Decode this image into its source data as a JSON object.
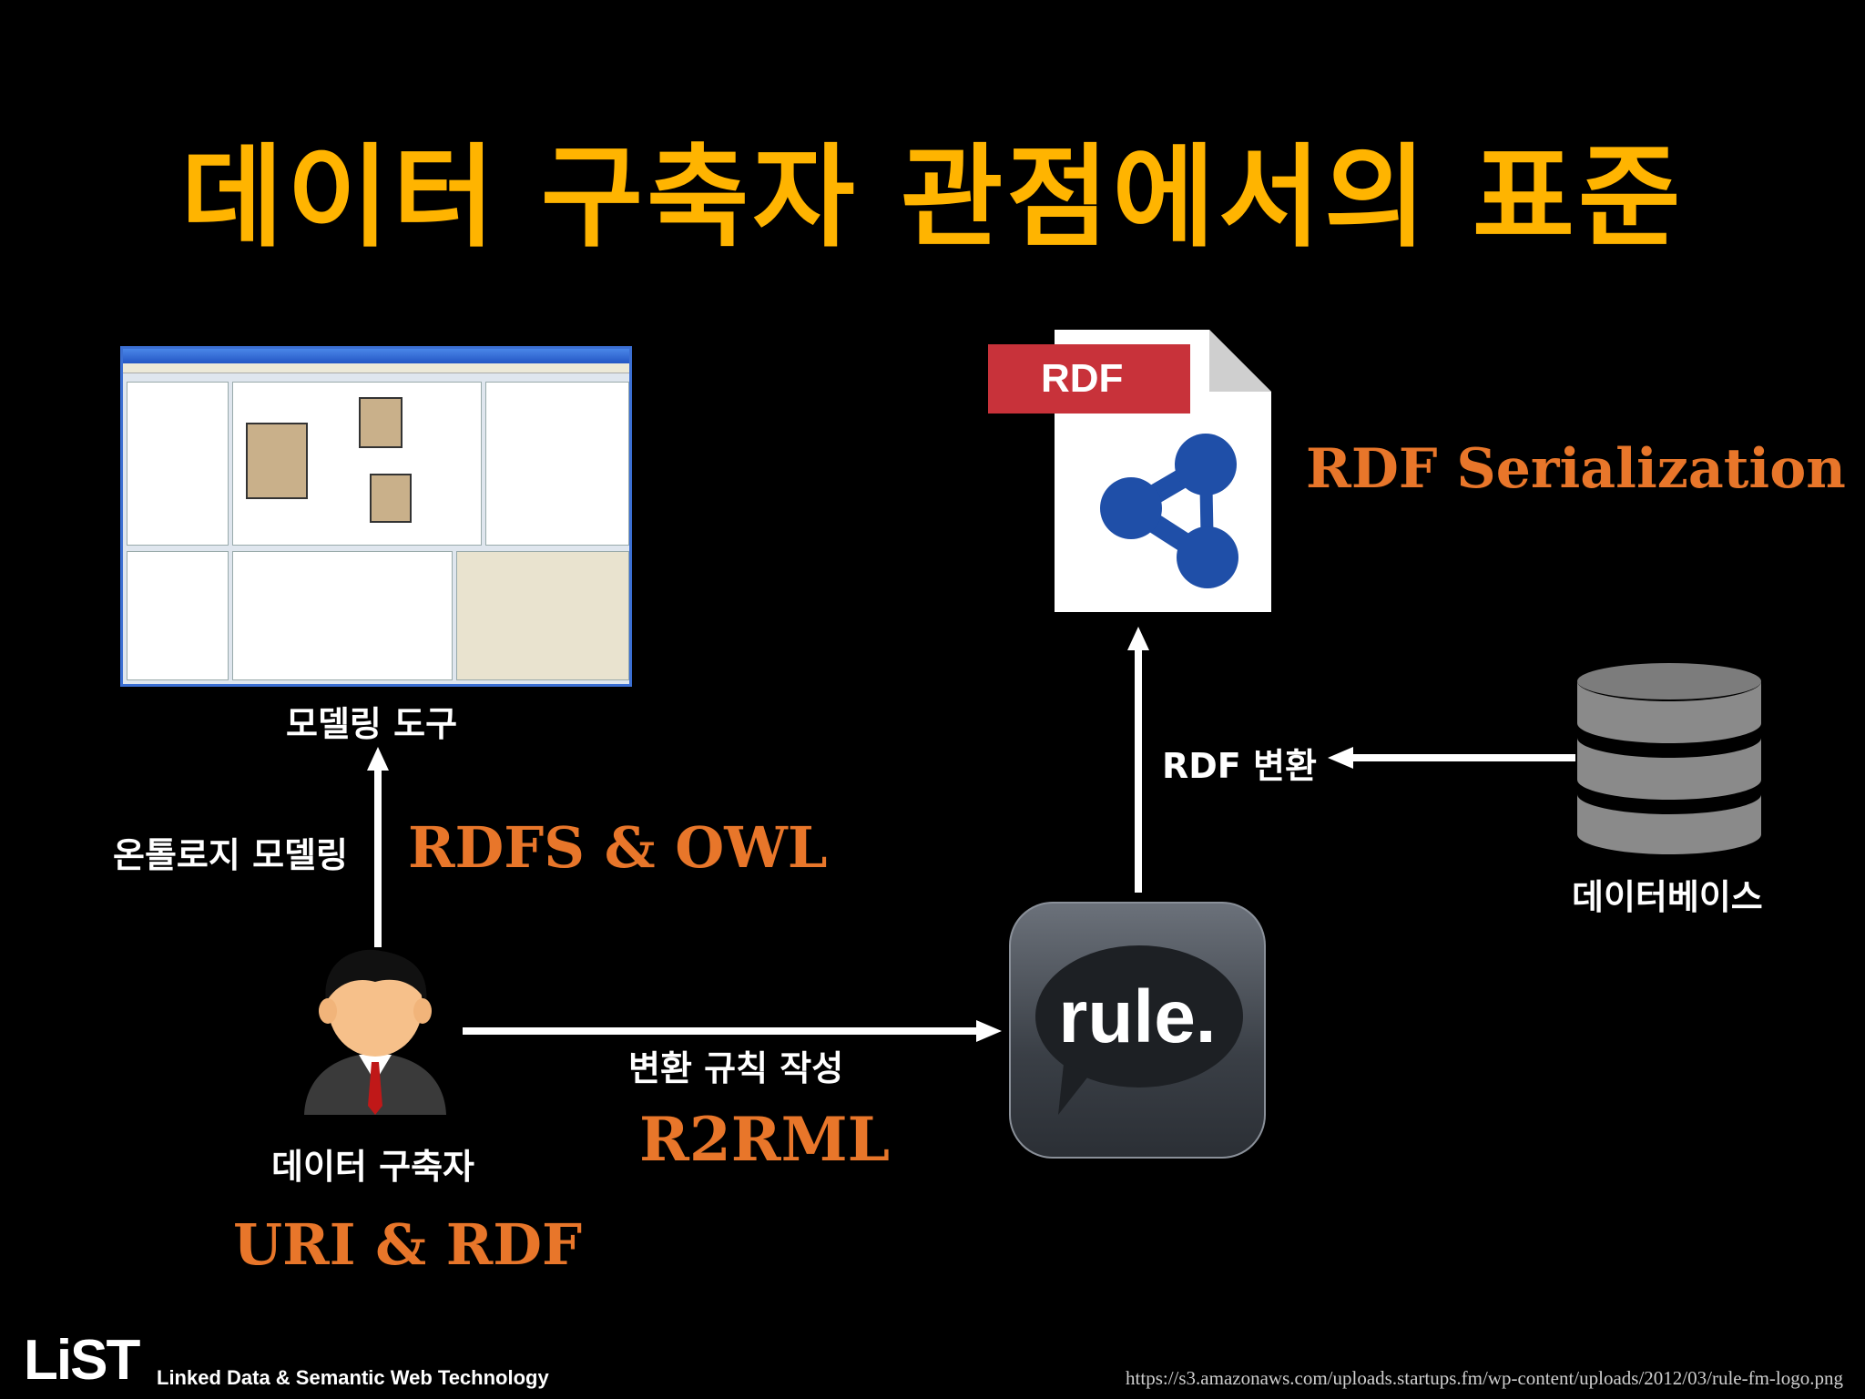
{
  "title": "데이터 구축자 관점에서의 표준",
  "modeling_tool": {
    "label": "모델링 도구"
  },
  "ontology": {
    "action_label": "온톨로지 모델링",
    "standard": "RDFS & OWL"
  },
  "builder": {
    "label": "데이터 구축자",
    "standard": "URI & RDF"
  },
  "mapping": {
    "action_label": "변환 규칙 작성",
    "standard": "R2RML"
  },
  "rdf_file": {
    "tag": "RDF",
    "standard": "RDF Serialization"
  },
  "conversion": {
    "label": "RDF 변환"
  },
  "database": {
    "label": "데이터베이스"
  },
  "rule_logo": {
    "text": "rule."
  },
  "footer": {
    "logo": "LiST",
    "brand": "Linked Data & Semantic Web Technology",
    "source": "https://s3.amazonaws.com/uploads.startups.fm/wp-content/uploads/2012/03/rule-fm-logo.png"
  },
  "colors": {
    "title": "#ffb400",
    "standard": "#e8762a",
    "rdf_tag": "#c8323a",
    "rdf_icon": "#1f4fa8"
  }
}
